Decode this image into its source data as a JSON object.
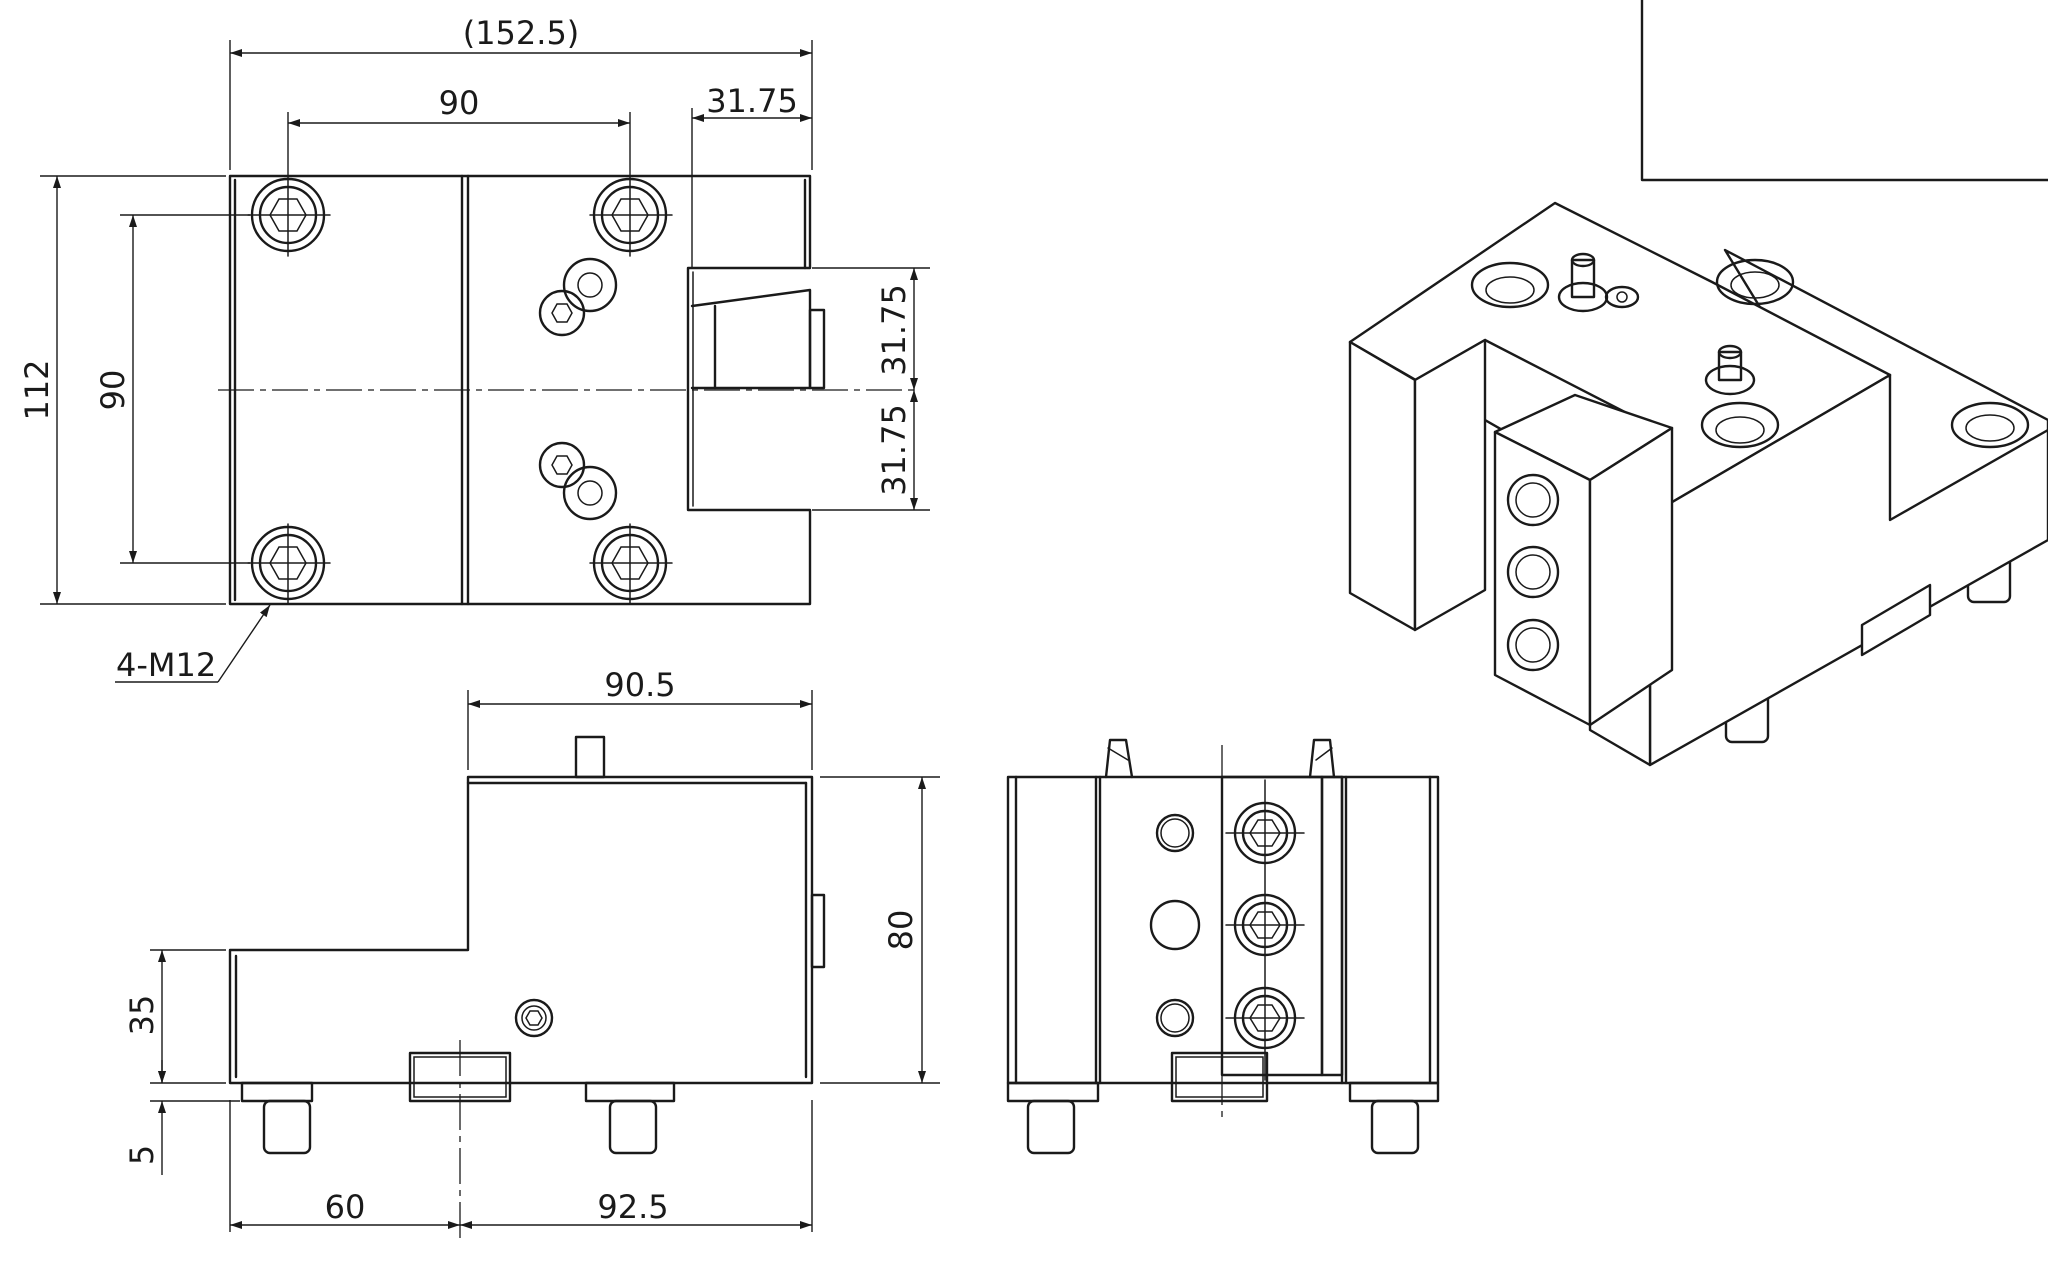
{
  "top_view": {
    "overall_width": "(152.5)",
    "bolt_spacing_x": "90",
    "slot_offset": "31.75",
    "height": "112",
    "bolt_spacing_y": "90",
    "slot_upper": "31.75",
    "slot_lower": "31.75",
    "bolt_callout": "4-M12"
  },
  "front_view": {
    "top_width": "90.5",
    "height": "80",
    "step_height": "35",
    "base_gap": "5",
    "left_offset": "60",
    "right_offset": "92.5"
  },
  "side_view": {},
  "isometric_view": {}
}
